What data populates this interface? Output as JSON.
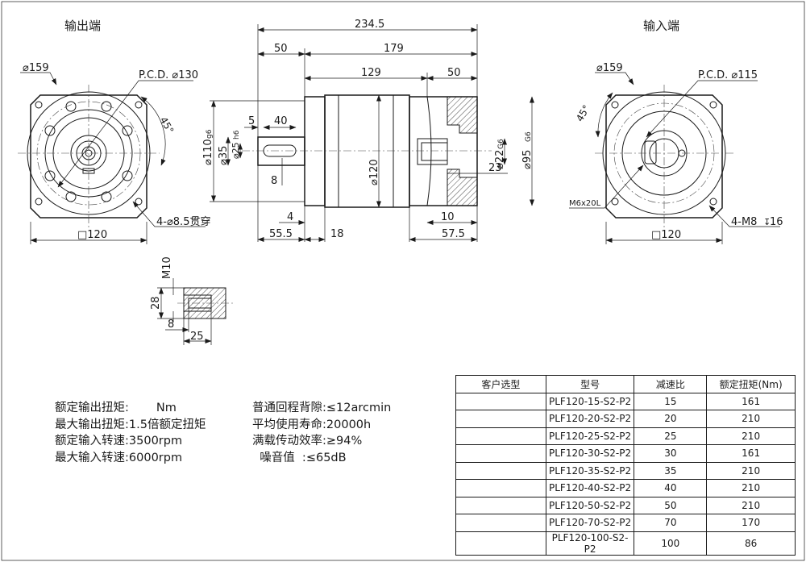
{
  "views": {
    "output_end_title": "输出端",
    "input_end_title": "输入端"
  },
  "dims": {
    "out_dia_159": "⌀159",
    "out_pcd": "P.C.D. ⌀130",
    "out_angle": "45°",
    "out_holes": "4-⌀8.5贯穿",
    "out_square": "□120",
    "total_len": "234.5",
    "len_50": "50",
    "len_179": "179",
    "len_129": "129",
    "len_50b": "50",
    "len_5": "5",
    "len_40": "40",
    "dia_110": "⌀110",
    "dia_110_tol": "g6",
    "dia_35": "⌀35",
    "dia_25": "⌀25",
    "dia_25_tol": "h6",
    "key_8": "8",
    "len_4": "4",
    "dia_120": "⌀120",
    "dia_22": "⌀22",
    "dia_22_tol": "G6",
    "dia_95": "⌀95",
    "dia_95_tol": "G6",
    "len_23": "23",
    "len_10": "10",
    "len_55_5": "55.5",
    "len_18": "18",
    "len_57_5": "57.5",
    "in_dia_159": "⌀159",
    "in_pcd": "P.C.D. ⌀115",
    "in_angle": "45°",
    "in_screw": "M6x20L",
    "in_holes": "4-M8",
    "in_depth": "16",
    "in_square": "□120",
    "tap_m10": "M10",
    "tap_28": "28",
    "tap_8": "8",
    "tap_25": "25"
  },
  "specs": {
    "left": [
      {
        "label": "额定输出扭矩:",
        "value": "Nm"
      },
      {
        "label": "最大输出扭矩:",
        "value": "1.5倍额定扭矩"
      },
      {
        "label": "额定输入转速:",
        "value": "3500rpm"
      },
      {
        "label": "最大输入转速:",
        "value": "6000rpm"
      }
    ],
    "right": [
      {
        "label": "普通回程背隙:",
        "value": "≤12arcmin"
      },
      {
        "label": "平均使用寿命:",
        "value": "20000h"
      },
      {
        "label": "满载传动效率:",
        "value": "≥94%"
      },
      {
        "label": "  噪音值  :",
        "value": "≤65dB"
      }
    ]
  },
  "table": {
    "headers": [
      "客户选型",
      "型号",
      "减速比",
      "额定扭矩(Nm)"
    ],
    "rows": [
      [
        "",
        "PLF120-15-S2-P2",
        "15",
        "161"
      ],
      [
        "",
        "PLF120-20-S2-P2",
        "20",
        "210"
      ],
      [
        "",
        "PLF120-25-S2-P2",
        "25",
        "210"
      ],
      [
        "",
        "PLF120-30-S2-P2",
        "30",
        "161"
      ],
      [
        "",
        "PLF120-35-S2-P2",
        "35",
        "210"
      ],
      [
        "",
        "PLF120-40-S2-P2",
        "40",
        "210"
      ],
      [
        "",
        "PLF120-50-S2-P2",
        "50",
        "210"
      ],
      [
        "",
        "PLF120-70-S2-P2",
        "70",
        "170"
      ],
      [
        "",
        "PLF120-100-S2-P2",
        "100",
        "86"
      ]
    ]
  }
}
